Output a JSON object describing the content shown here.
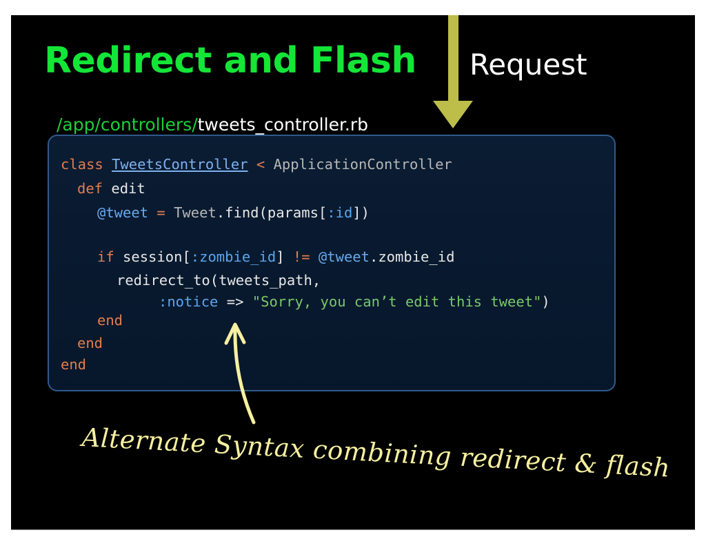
{
  "slide": {
    "title": "Redirect and Flash",
    "request_label": "Request",
    "file_path": {
      "directory": "/app/controllers/",
      "filename": "tweets_controller.rb"
    },
    "code": {
      "line1": {
        "kw": "class",
        "classname": "TweetsController",
        "lt": "<",
        "superclass": "ApplicationController"
      },
      "line2": {
        "kw": "def",
        "name": "edit"
      },
      "line3": {
        "ivar": "@tweet",
        "eq": "=",
        "const": "Tweet",
        "rest1": ".find(params[",
        "sym": ":id",
        "rest2": "])"
      },
      "line4": {
        "kw": "if",
        "pre": "session[",
        "sym": ":zombie_id",
        "mid": "] ",
        "neq": "!=",
        "ivar": "@tweet",
        "post": ".zombie_id"
      },
      "line5": {
        "text": "redirect_to(tweets_path,"
      },
      "line6": {
        "sym": ":notice",
        "arrow": "=>",
        "str": "\"Sorry, you can’t edit this tweet\"",
        "close": ")"
      },
      "line7": {
        "kw": "end"
      },
      "line8": {
        "kw": "end"
      },
      "line9": {
        "kw": "end"
      }
    },
    "annotation": "Alternate Syntax combining redirect & flash",
    "colors": {
      "background": "#000000",
      "title": "#13e637",
      "request_arrow": "#bdbd4a",
      "annotation": "#f6f0a0",
      "code_box_border": "#2f5a8c"
    }
  }
}
